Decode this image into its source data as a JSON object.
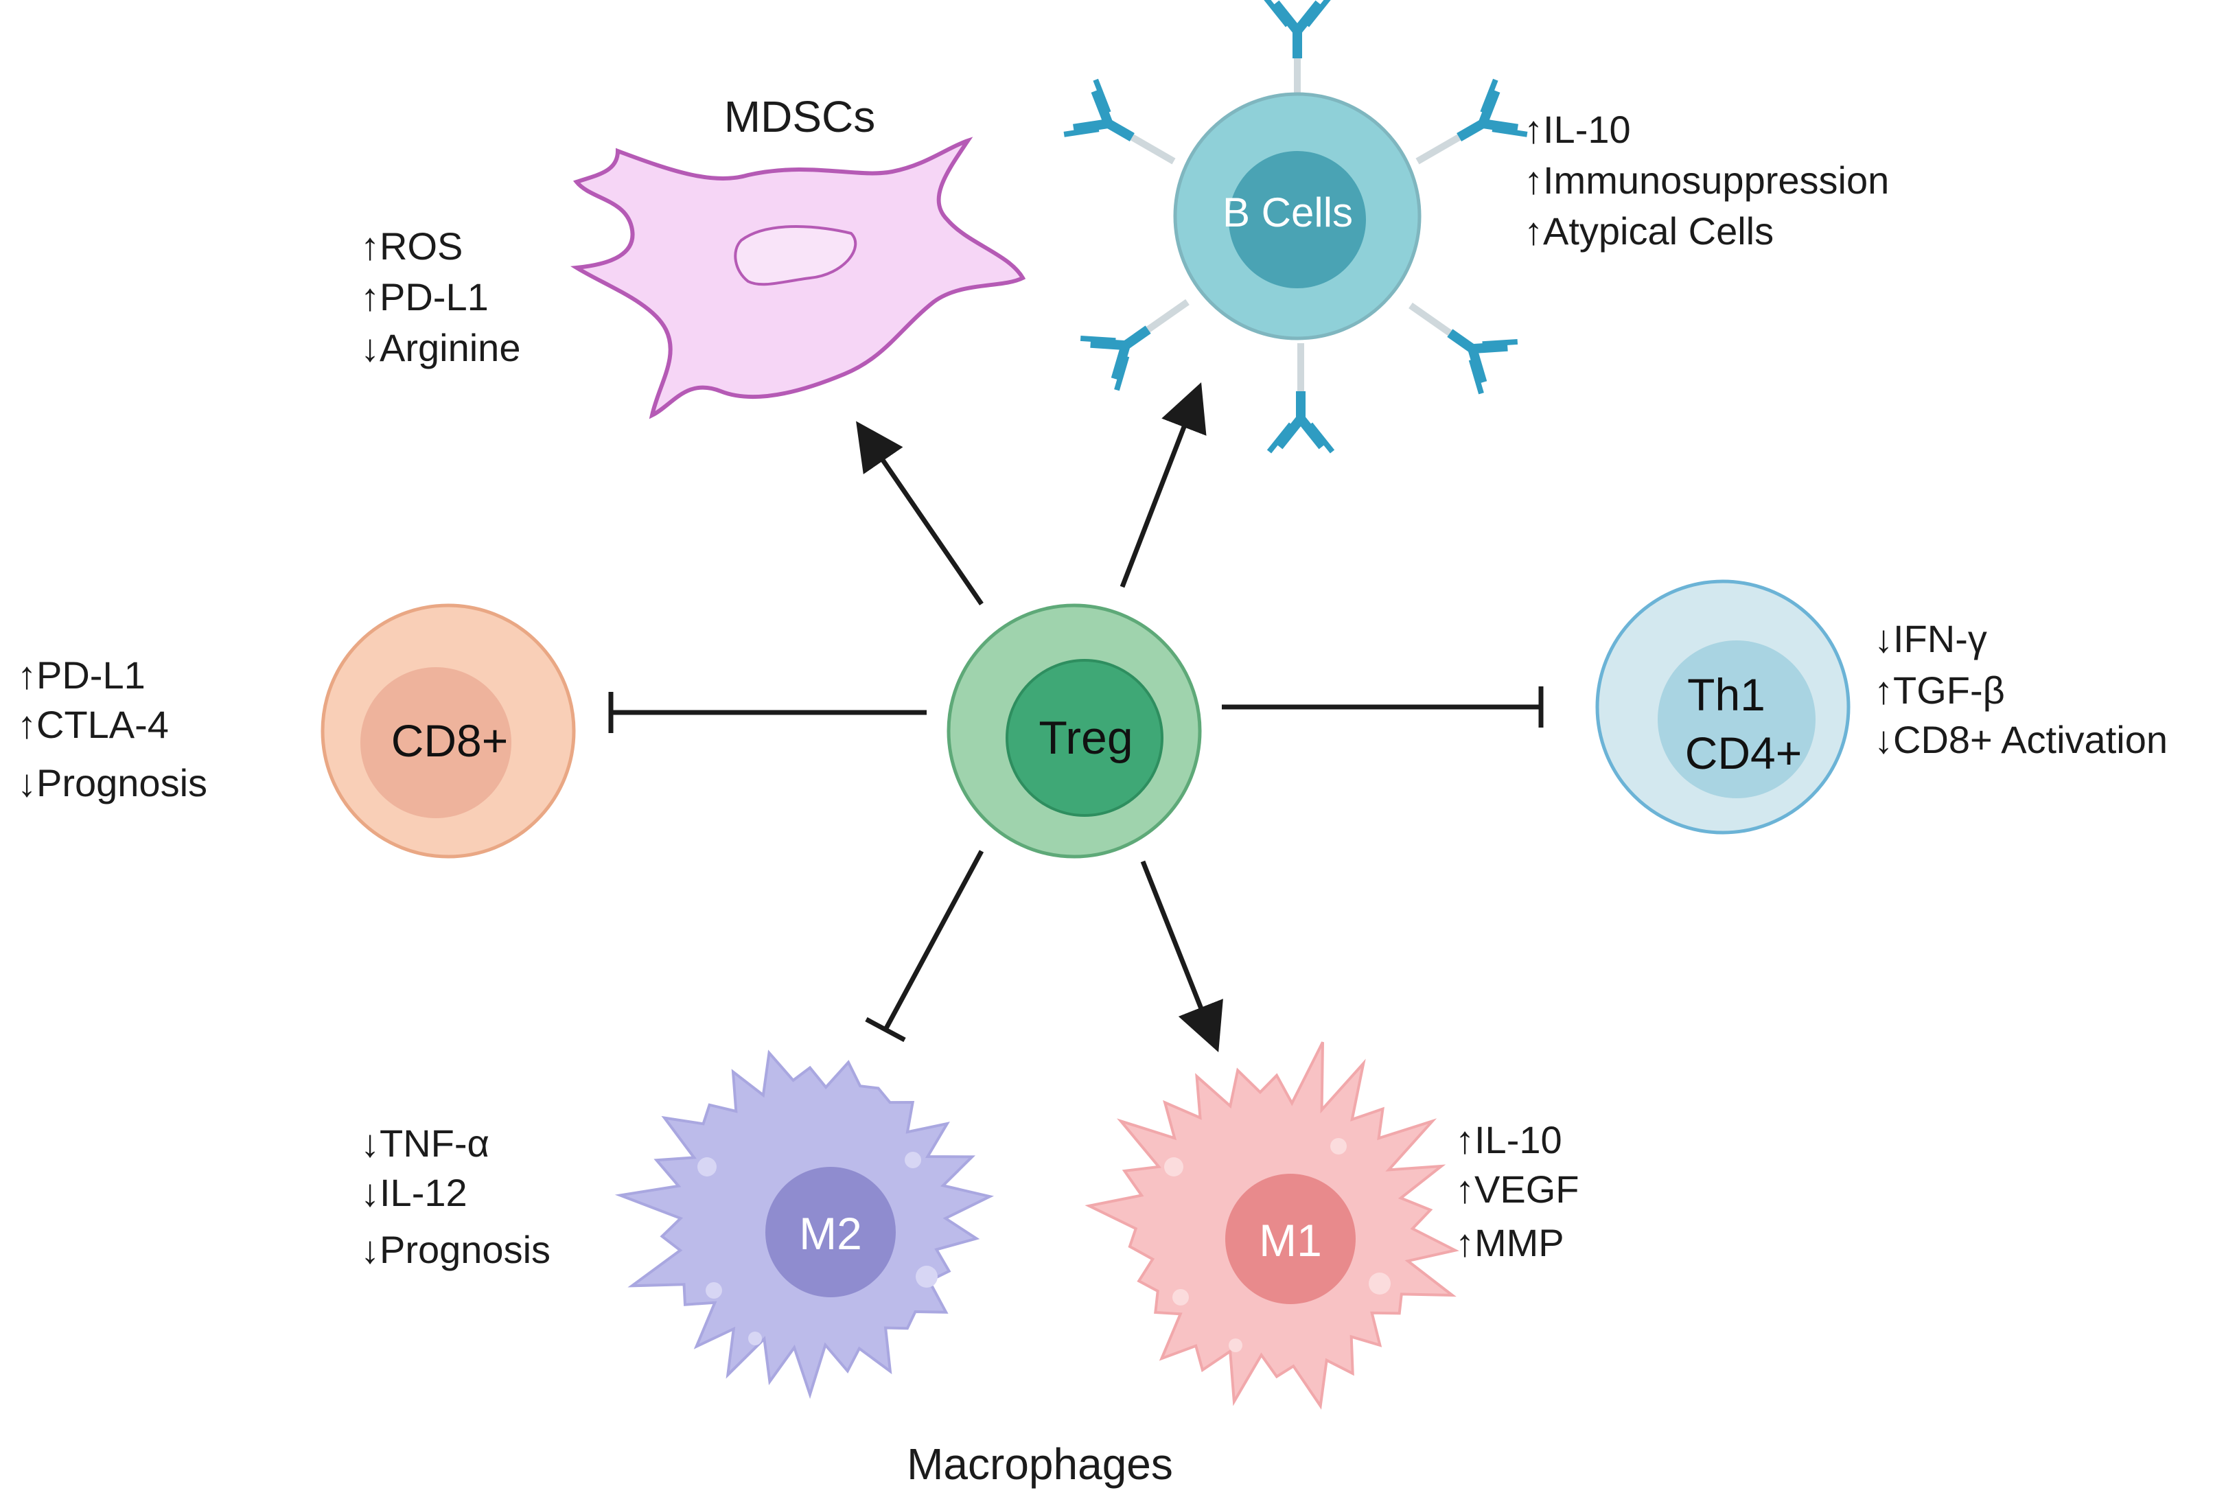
{
  "center": {
    "label": "Treg"
  },
  "mdsc": {
    "title": "MDSCs",
    "effects": [
      "↑ROS",
      "↑PD-L1",
      "↓Arginine"
    ]
  },
  "bcells": {
    "label": "B Cells",
    "effects": [
      "↑IL-10",
      "↑Immunosuppression",
      "↑Atypical Cells"
    ]
  },
  "cd8": {
    "label": "CD8+",
    "effects": [
      "↑PD-L1",
      "↑CTLA-4",
      "↓Prognosis"
    ]
  },
  "th1": {
    "label_line1": "Th1",
    "label_line2": "CD4+",
    "effects": [
      "↓IFN-γ",
      "↑TGF-β",
      "↓CD8+ Activation"
    ]
  },
  "m2": {
    "label": "M2",
    "effects": [
      "↓TNF-α",
      "↓IL-12",
      "↓Prognosis"
    ]
  },
  "m1": {
    "label": "M1",
    "effects": [
      "↑IL-10",
      "↑VEGF",
      "↑MMP"
    ]
  },
  "macrophages": {
    "title": "Macrophages"
  },
  "colors": {
    "treg_outer": "#9fd3ad",
    "treg_inner": "#3fa876",
    "mdsc": "#f6d6f6",
    "mdsc_stroke": "#b55ab5",
    "bcell_outer": "#8fd0d8",
    "bcell_inner": "#4aa3b4",
    "antibody": "#2f9cc2",
    "cd8_outer": "#f9cfb7",
    "cd8_inner": "#eeb39c",
    "th1_outer": "#d3e8ef",
    "th1_inner": "#a9d4e2",
    "m2_outer": "#bcbbea",
    "m2_inner": "#8f8ccf",
    "m1_outer": "#f8c2c4",
    "m1_inner": "#e88a8c"
  }
}
